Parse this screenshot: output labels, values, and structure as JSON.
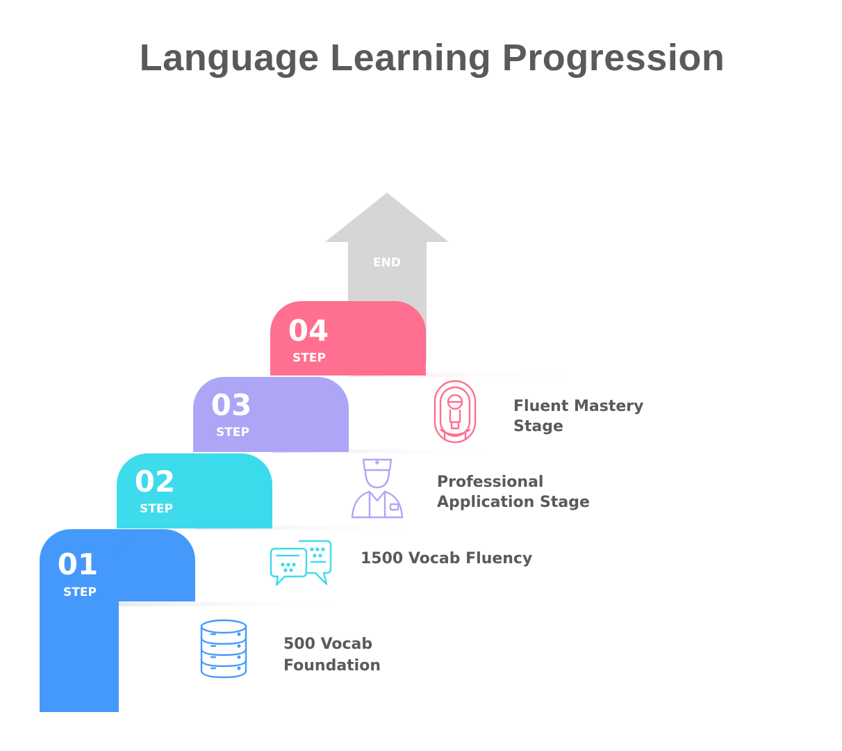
{
  "title": "Language Learning Progression",
  "arrow": {
    "label": "END",
    "color": "#d6d6d6"
  },
  "steps": [
    {
      "number": "01",
      "label": "STEP",
      "color": "#4599fb",
      "icon": "database-icon",
      "description_lines": [
        "500 Vocab",
        "Foundation"
      ]
    },
    {
      "number": "02",
      "label": "STEP",
      "color": "#3ddbec",
      "icon": "chat-bubbles-icon",
      "description_lines": [
        "1500 Vocab Fluency"
      ]
    },
    {
      "number": "03",
      "label": "STEP",
      "color": "#ada6f6",
      "icon": "professional-person-icon",
      "description_lines": [
        "Professional",
        "Application Stage"
      ]
    },
    {
      "number": "04",
      "label": "STEP",
      "color": "#ff6f8f",
      "icon": "astronaut-icon",
      "description_lines": [
        "Fluent Mastery",
        "Stage"
      ]
    }
  ]
}
